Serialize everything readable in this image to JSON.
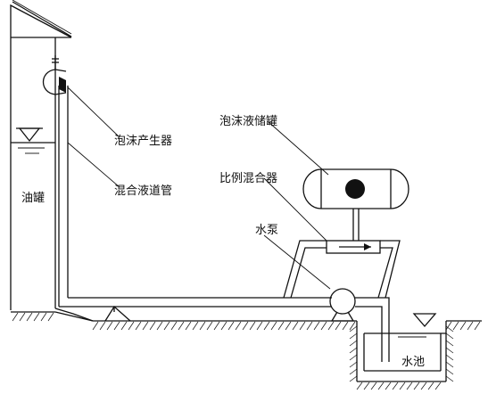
{
  "labels": {
    "foam_generator": "泡沫产生器",
    "mixed_pipe": "混合液道管",
    "oil_tank": "油罐",
    "foam_tank": "泡沫液储罐",
    "proportioner": "比例混合器",
    "pump": "水泵",
    "pool": "水池"
  },
  "colors": {
    "line": "#111111",
    "background": "#ffffff",
    "fill_dark": "#111111"
  }
}
